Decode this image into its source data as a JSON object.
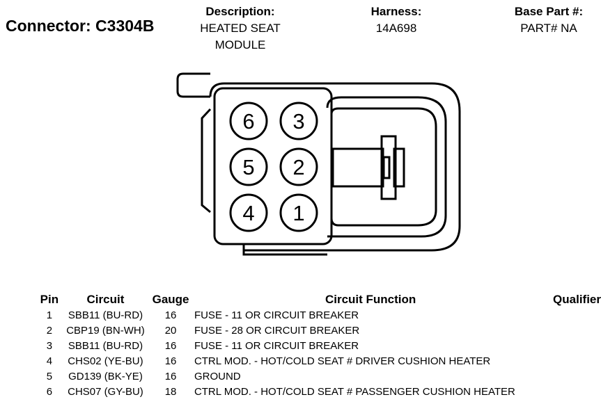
{
  "connector": {
    "label": "Connector: C3304B"
  },
  "header": {
    "description_label": "Description:",
    "description_line1": "HEATED SEAT",
    "description_line2": "MODULE",
    "harness_label": "Harness:",
    "harness_value": "14A698",
    "base_part_label": "Base Part #:",
    "base_part_value": "PART# NA"
  },
  "diagram": {
    "pins": [
      {
        "num": "6"
      },
      {
        "num": "3"
      },
      {
        "num": "5"
      },
      {
        "num": "2"
      },
      {
        "num": "4"
      },
      {
        "num": "1"
      }
    ]
  },
  "table": {
    "headers": {
      "pin": "Pin",
      "circuit": "Circuit",
      "gauge": "Gauge",
      "function": "Circuit Function",
      "qualifier": "Qualifier"
    },
    "rows": [
      {
        "pin": "1",
        "circuit": "SBB11 (BU-RD)",
        "gauge": "16",
        "function": "FUSE - 11 OR CIRCUIT BREAKER",
        "qualifier": ""
      },
      {
        "pin": "2",
        "circuit": "CBP19 (BN-WH)",
        "gauge": "20",
        "function": "FUSE - 28 OR CIRCUIT BREAKER",
        "qualifier": ""
      },
      {
        "pin": "3",
        "circuit": "SBB11 (BU-RD)",
        "gauge": "16",
        "function": "FUSE - 11 OR CIRCUIT BREAKER",
        "qualifier": ""
      },
      {
        "pin": "4",
        "circuit": "CHS02 (YE-BU)",
        "gauge": "16",
        "function": "CTRL MOD. - HOT/COLD SEAT # DRIVER CUSHION HEATER",
        "qualifier": ""
      },
      {
        "pin": "5",
        "circuit": "GD139 (BK-YE)",
        "gauge": "16",
        "function": "GROUND",
        "qualifier": ""
      },
      {
        "pin": "6",
        "circuit": "CHS07 (GY-BU)",
        "gauge": "18",
        "function": "CTRL MOD. - HOT/COLD SEAT # PASSENGER CUSHION HEATER",
        "qualifier": ""
      }
    ]
  }
}
